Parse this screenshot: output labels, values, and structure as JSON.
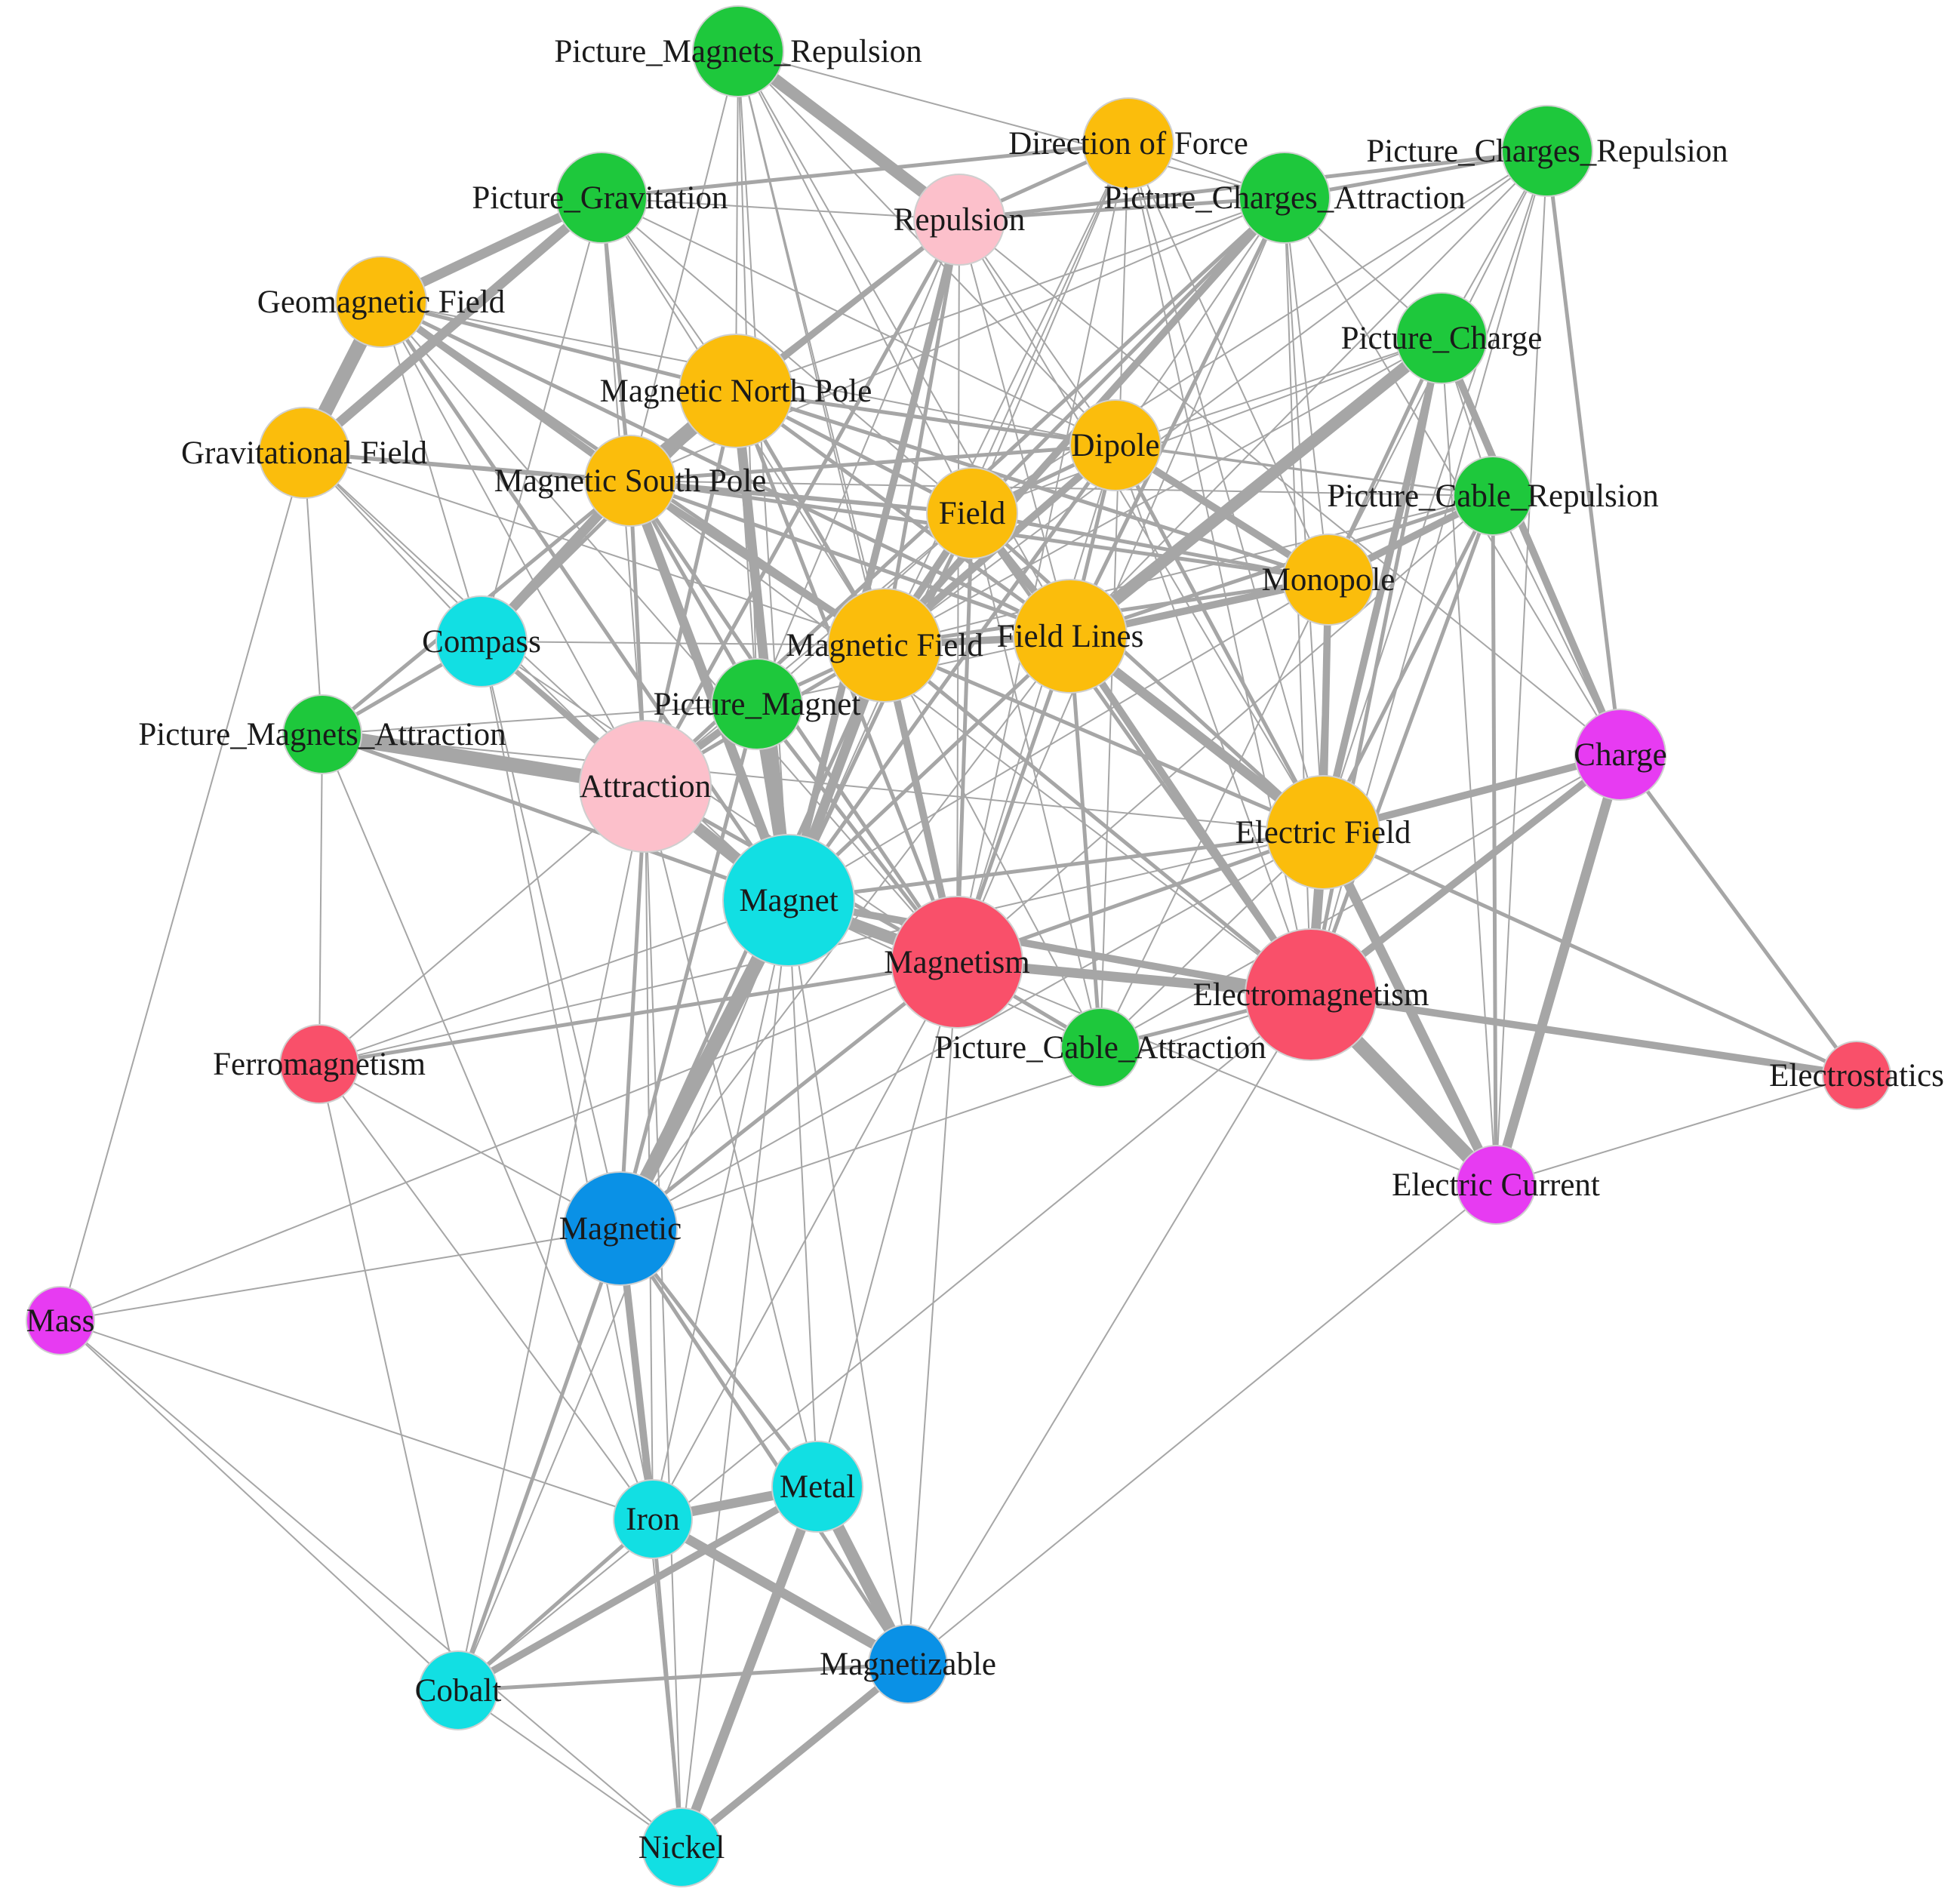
{
  "colors": {
    "orange": "#fbbd0c",
    "green": "#1ec83c",
    "cyan": "#12dfe3",
    "blue": "#0a91e6",
    "pink": "#fcc0cb",
    "red": "#f9506a",
    "magenta": "#e73bf2",
    "edge": "#a6a6a6"
  },
  "nodes": [
    {
      "id": "pmr",
      "label": "Picture_Magnets_Repulsion",
      "color": "green",
      "size": "m"
    },
    {
      "id": "dof",
      "label": "Direction of Force",
      "color": "orange",
      "size": "m"
    },
    {
      "id": "pcr",
      "label": "Picture_Charges_Repulsion",
      "color": "green",
      "size": "m"
    },
    {
      "id": "pg",
      "label": "Picture_Gravitation",
      "color": "green",
      "size": "m"
    },
    {
      "id": "rep",
      "label": "Repulsion",
      "color": "pink",
      "size": "m"
    },
    {
      "id": "pca",
      "label": "Picture_Charges_Attraction",
      "color": "green",
      "size": "m"
    },
    {
      "id": "gmf",
      "label": "Geomagnetic Field",
      "color": "orange",
      "size": "m"
    },
    {
      "id": "pch",
      "label": "Picture_Charge",
      "color": "green",
      "size": "m"
    },
    {
      "id": "mnp",
      "label": "Magnetic North Pole",
      "color": "orange",
      "size": "l"
    },
    {
      "id": "gf",
      "label": "Gravitational Field",
      "color": "orange",
      "size": "m"
    },
    {
      "id": "dip",
      "label": "Dipole",
      "color": "orange",
      "size": "m"
    },
    {
      "id": "msp",
      "label": "Magnetic South Pole",
      "color": "orange",
      "size": "m"
    },
    {
      "id": "fld",
      "label": "Field",
      "color": "orange",
      "size": "m"
    },
    {
      "id": "pcbr",
      "label": "Picture_Cable_Repulsion",
      "color": "green",
      "size": "s"
    },
    {
      "id": "mon",
      "label": "Monopole",
      "color": "orange",
      "size": "m"
    },
    {
      "id": "cmp",
      "label": "Compass",
      "color": "cyan",
      "size": "m"
    },
    {
      "id": "mf",
      "label": "Magnetic Field",
      "color": "orange",
      "size": "l"
    },
    {
      "id": "fl",
      "label": "Field Lines",
      "color": "orange",
      "size": "l"
    },
    {
      "id": "pmg",
      "label": "Picture_Magnet",
      "color": "green",
      "size": "m"
    },
    {
      "id": "pma",
      "label": "Picture_Magnets_Attraction",
      "color": "green",
      "size": "s"
    },
    {
      "id": "att",
      "label": "Attraction",
      "color": "pink",
      "size": "xl"
    },
    {
      "id": "chg",
      "label": "Charge",
      "color": "magenta",
      "size": "m"
    },
    {
      "id": "ef",
      "label": "Electric Field",
      "color": "orange",
      "size": "l"
    },
    {
      "id": "mag",
      "label": "Magnet",
      "color": "cyan",
      "size": "xl"
    },
    {
      "id": "mgn",
      "label": "Magnetism",
      "color": "red",
      "size": "xl"
    },
    {
      "id": "em",
      "label": "Electromagnetism",
      "color": "red",
      "size": "xl"
    },
    {
      "id": "pcba",
      "label": "Picture_Cable_Attraction",
      "color": "green",
      "size": "s"
    },
    {
      "id": "fer",
      "label": "Ferromagnetism",
      "color": "red",
      "size": "s"
    },
    {
      "id": "es",
      "label": "Electrostatics",
      "color": "red",
      "size": "xs"
    },
    {
      "id": "ec",
      "label": "Electric Current",
      "color": "magenta",
      "size": "s"
    },
    {
      "id": "mgc",
      "label": "Magnetic",
      "color": "blue",
      "size": "l"
    },
    {
      "id": "mass",
      "label": "Mass",
      "color": "magenta",
      "size": "xs"
    },
    {
      "id": "mtl",
      "label": "Metal",
      "color": "cyan",
      "size": "m"
    },
    {
      "id": "irn",
      "label": "Iron",
      "color": "cyan",
      "size": "s"
    },
    {
      "id": "mgz",
      "label": "Magnetizable",
      "color": "blue",
      "size": "s"
    },
    {
      "id": "cob",
      "label": "Cobalt",
      "color": "cyan",
      "size": "s"
    },
    {
      "id": "nck",
      "label": "Nickel",
      "color": "cyan",
      "size": "s"
    }
  ],
  "edges": [
    [
      "pmr",
      "rep",
      5
    ],
    [
      "pmr",
      "mnp",
      1
    ],
    [
      "pmr",
      "msp",
      1
    ],
    [
      "pmr",
      "mag",
      1
    ],
    [
      "pmr",
      "fld",
      1
    ],
    [
      "pmr",
      "mf",
      1
    ],
    [
      "pmr",
      "fl",
      1
    ],
    [
      "pmr",
      "mgn",
      1
    ],
    [
      "pmr",
      "pmg",
      1
    ],
    [
      "pmr",
      "pca",
      1
    ],
    [
      "pmr",
      "dip",
      1
    ],
    [
      "dof",
      "rep",
      2
    ],
    [
      "dof",
      "pg",
      2
    ],
    [
      "dof",
      "pca",
      1
    ],
    [
      "dof",
      "mon",
      1
    ],
    [
      "dof",
      "mf",
      1
    ],
    [
      "dof",
      "fld",
      1
    ],
    [
      "dof",
      "ef",
      1
    ],
    [
      "dof",
      "em",
      1
    ],
    [
      "dof",
      "mag",
      1
    ],
    [
      "dof",
      "pcba",
      1
    ],
    [
      "dof",
      "mgn",
      1
    ],
    [
      "pcr",
      "rep",
      2
    ],
    [
      "pcr",
      "pca",
      2
    ],
    [
      "pcr",
      "chg",
      2
    ],
    [
      "pcr",
      "pch",
      1
    ],
    [
      "pcr",
      "ef",
      1
    ],
    [
      "pcr",
      "em",
      1
    ],
    [
      "pcr",
      "fl",
      1
    ],
    [
      "pcr",
      "mon",
      1
    ],
    [
      "pcr",
      "ec",
      1
    ],
    [
      "pcr",
      "fld",
      1
    ],
    [
      "pcr",
      "mf",
      1
    ],
    [
      "pca",
      "rep",
      2
    ],
    [
      "pca",
      "att",
      2
    ],
    [
      "pca",
      "chg",
      1
    ],
    [
      "pca",
      "ef",
      1
    ],
    [
      "pca",
      "mf",
      3
    ],
    [
      "pca",
      "fld",
      2
    ],
    [
      "pca",
      "msp",
      1
    ],
    [
      "pca",
      "mnp",
      1
    ],
    [
      "pca",
      "em",
      1
    ],
    [
      "pca",
      "pch",
      1
    ],
    [
      "pca",
      "dip",
      1
    ],
    [
      "pca",
      "mgn",
      1
    ],
    [
      "pca",
      "fl",
      2
    ],
    [
      "pca",
      "mon",
      1
    ],
    [
      "pg",
      "gmf",
      4
    ],
    [
      "pg",
      "gf",
      4
    ],
    [
      "pg",
      "msp",
      2
    ],
    [
      "pg",
      "mnp",
      1
    ],
    [
      "pg",
      "fld",
      1
    ],
    [
      "pg",
      "mf",
      1
    ],
    [
      "pg",
      "rep",
      1
    ],
    [
      "pg",
      "cmp",
      1
    ],
    [
      "pg",
      "att",
      1
    ],
    [
      "pg",
      "dip",
      1
    ],
    [
      "gmf",
      "gf",
      6
    ],
    [
      "gmf",
      "mnp",
      2
    ],
    [
      "gmf",
      "msp",
      3
    ],
    [
      "gmf",
      "cmp",
      1
    ],
    [
      "gmf",
      "mf",
      2
    ],
    [
      "gmf",
      "fl",
      2
    ],
    [
      "gmf",
      "dip",
      1
    ],
    [
      "gmf",
      "mag",
      2
    ],
    [
      "gmf",
      "att",
      1
    ],
    [
      "gmf",
      "mgn",
      1
    ],
    [
      "gf",
      "msp",
      2
    ],
    [
      "gf",
      "cmp",
      1
    ],
    [
      "gf",
      "mass",
      1
    ],
    [
      "gf",
      "att",
      1
    ],
    [
      "gf",
      "fld",
      2
    ],
    [
      "gf",
      "mag",
      1
    ],
    [
      "gf",
      "pma",
      1
    ],
    [
      "gf",
      "mf",
      1
    ],
    [
      "rep",
      "mnp",
      2
    ],
    [
      "rep",
      "msp",
      2
    ],
    [
      "rep",
      "mag",
      3
    ],
    [
      "rep",
      "att",
      2
    ],
    [
      "rep",
      "mgn",
      1
    ],
    [
      "rep",
      "fl",
      1
    ],
    [
      "rep",
      "mf",
      2
    ],
    [
      "rep",
      "dip",
      1
    ],
    [
      "rep",
      "chg",
      1
    ],
    [
      "rep",
      "ef",
      1
    ],
    [
      "rep",
      "pmg",
      1
    ],
    [
      "mnp",
      "msp",
      6
    ],
    [
      "mnp",
      "dip",
      2
    ],
    [
      "mnp",
      "mag",
      4
    ],
    [
      "mnp",
      "fld",
      2
    ],
    [
      "mnp",
      "mf",
      2
    ],
    [
      "mnp",
      "fl",
      2
    ],
    [
      "mnp",
      "cmp",
      2
    ],
    [
      "mnp",
      "mon",
      2
    ],
    [
      "mnp",
      "att",
      2
    ],
    [
      "mnp",
      "mgn",
      2
    ],
    [
      "mnp",
      "pmg",
      1
    ],
    [
      "mnp",
      "pcbr",
      1
    ],
    [
      "msp",
      "dip",
      2
    ],
    [
      "msp",
      "mag",
      4
    ],
    [
      "msp",
      "fld",
      2
    ],
    [
      "msp",
      "mf",
      3
    ],
    [
      "msp",
      "fl",
      2
    ],
    [
      "msp",
      "cmp",
      4
    ],
    [
      "msp",
      "mon",
      2
    ],
    [
      "msp",
      "att",
      2
    ],
    [
      "msp",
      "mgn",
      2
    ],
    [
      "msp",
      "pma",
      2
    ],
    [
      "msp",
      "pmg",
      2
    ],
    [
      "msp",
      "em",
      1
    ],
    [
      "msp",
      "pcbr",
      1
    ],
    [
      "dip",
      "mon",
      3
    ],
    [
      "dip",
      "fld",
      2
    ],
    [
      "dip",
      "mf",
      3
    ],
    [
      "dip",
      "fl",
      2
    ],
    [
      "dip",
      "mag",
      2
    ],
    [
      "dip",
      "ef",
      2
    ],
    [
      "dip",
      "mgn",
      1
    ],
    [
      "dip",
      "pcbr",
      1
    ],
    [
      "dip",
      "pch",
      1
    ],
    [
      "dip",
      "em",
      1
    ],
    [
      "pch",
      "chg",
      3
    ],
    [
      "pch",
      "ef",
      3
    ],
    [
      "pch",
      "fl",
      5
    ],
    [
      "pch",
      "mon",
      2
    ],
    [
      "pch",
      "em",
      2
    ],
    [
      "pch",
      "fld",
      1
    ],
    [
      "pch",
      "mf",
      1
    ],
    [
      "pch",
      "pcbr",
      1
    ],
    [
      "pch",
      "ec",
      1
    ],
    [
      "fld",
      "mf",
      3
    ],
    [
      "fld",
      "fl",
      3
    ],
    [
      "fld",
      "mag",
      2
    ],
    [
      "fld",
      "ef",
      2
    ],
    [
      "fld",
      "em",
      2
    ],
    [
      "fld",
      "mgn",
      2
    ],
    [
      "fld",
      "mon",
      2
    ],
    [
      "fld",
      "pmg",
      1
    ],
    [
      "fld",
      "att",
      1
    ],
    [
      "fld",
      "pcba",
      1
    ],
    [
      "pcbr",
      "mon",
      3
    ],
    [
      "pcbr",
      "ef",
      2
    ],
    [
      "pcbr",
      "em",
      2
    ],
    [
      "pcbr",
      "ec",
      2
    ],
    [
      "pcbr",
      "chg",
      1
    ],
    [
      "pcbr",
      "fl",
      2
    ],
    [
      "pcbr",
      "mf",
      1
    ],
    [
      "pcbr",
      "mgn",
      1
    ],
    [
      "mon",
      "fl",
      3
    ],
    [
      "mon",
      "mf",
      2
    ],
    [
      "mon",
      "ef",
      3
    ],
    [
      "mon",
      "em",
      1
    ],
    [
      "mon",
      "mag",
      1
    ],
    [
      "mon",
      "pcba",
      1
    ],
    [
      "cmp",
      "att",
      2
    ],
    [
      "cmp",
      "mag",
      2
    ],
    [
      "cmp",
      "mf",
      1
    ],
    [
      "cmp",
      "pma",
      2
    ],
    [
      "cmp",
      "mgc",
      1
    ],
    [
      "cmp",
      "mgn",
      1
    ],
    [
      "cmp",
      "irn",
      1
    ],
    [
      "mf",
      "fl",
      3
    ],
    [
      "mf",
      "mag",
      4
    ],
    [
      "mf",
      "pmg",
      2
    ],
    [
      "mf",
      "mgn",
      3
    ],
    [
      "mf",
      "em",
      2
    ],
    [
      "mf",
      "ef",
      2
    ],
    [
      "mf",
      "att",
      2
    ],
    [
      "mf",
      "mgc",
      2
    ],
    [
      "mf",
      "pcba",
      1
    ],
    [
      "fl",
      "mag",
      2
    ],
    [
      "fl",
      "ef",
      4
    ],
    [
      "fl",
      "em",
      3
    ],
    [
      "fl",
      "mgn",
      2
    ],
    [
      "fl",
      "pcba",
      2
    ],
    [
      "fl",
      "pmg",
      1
    ],
    [
      "fl",
      "mgc",
      1
    ],
    [
      "pmg",
      "att",
      3
    ],
    [
      "pmg",
      "mag",
      4
    ],
    [
      "pmg",
      "pma",
      1
    ],
    [
      "pmg",
      "mgn",
      2
    ],
    [
      "pmg",
      "mgc",
      2
    ],
    [
      "pma",
      "att",
      6
    ],
    [
      "pma",
      "fer",
      1
    ],
    [
      "pma",
      "mag",
      2
    ],
    [
      "pma",
      "mgn",
      1
    ],
    [
      "pma",
      "ef",
      1
    ],
    [
      "pma",
      "irn",
      1
    ],
    [
      "att",
      "mag",
      5
    ],
    [
      "att",
      "mgn",
      2
    ],
    [
      "att",
      "mgc",
      2
    ],
    [
      "att",
      "fer",
      1
    ],
    [
      "att",
      "irn",
      1
    ],
    [
      "att",
      "mtl",
      1
    ],
    [
      "att",
      "cob",
      1
    ],
    [
      "att",
      "nck",
      1
    ],
    [
      "mag",
      "mgn",
      5
    ],
    [
      "mag",
      "mgc",
      6
    ],
    [
      "mag",
      "em",
      3
    ],
    [
      "mag",
      "ef",
      2
    ],
    [
      "mag",
      "irn",
      1
    ],
    [
      "mag",
      "mtl",
      1
    ],
    [
      "mag",
      "mgz",
      1
    ],
    [
      "mag",
      "fer",
      1
    ],
    [
      "mag",
      "pcba",
      1
    ],
    [
      "mag",
      "cob",
      1
    ],
    [
      "mag",
      "nck",
      1
    ],
    [
      "mgn",
      "em",
      4
    ],
    [
      "mgn",
      "pcba",
      2
    ],
    [
      "mgn",
      "fer",
      2
    ],
    [
      "mgn",
      "mgc",
      2
    ],
    [
      "mgn",
      "ef",
      2
    ],
    [
      "mgn",
      "ec",
      1
    ],
    [
      "mgn",
      "irn",
      1
    ],
    [
      "mgn",
      "mtl",
      1
    ],
    [
      "mgn",
      "mgz",
      1
    ],
    [
      "em",
      "ef",
      4
    ],
    [
      "em",
      "es",
      3
    ],
    [
      "em",
      "ec",
      6
    ],
    [
      "em",
      "chg",
      3
    ],
    [
      "em",
      "pcba",
      2
    ],
    [
      "em",
      "mgc",
      1
    ],
    [
      "em",
      "cob",
      1
    ],
    [
      "em",
      "mgz",
      1
    ],
    [
      "ef",
      "chg",
      3
    ],
    [
      "ef",
      "ec",
      4
    ],
    [
      "ef",
      "es",
      2
    ],
    [
      "ef",
      "pcba",
      1
    ],
    [
      "ef",
      "fer",
      1
    ],
    [
      "ef",
      "mgc",
      1
    ],
    [
      "chg",
      "ec",
      4
    ],
    [
      "chg",
      "es",
      2
    ],
    [
      "chg",
      "pcba",
      1
    ],
    [
      "ec",
      "es",
      1
    ],
    [
      "ec",
      "mgz",
      1
    ],
    [
      "fer",
      "mgc",
      1
    ],
    [
      "fer",
      "irn",
      1
    ],
    [
      "fer",
      "cob",
      1
    ],
    [
      "mgc",
      "irn",
      3
    ],
    [
      "mgc",
      "mtl",
      2
    ],
    [
      "mgc",
      "mgz",
      2
    ],
    [
      "mgc",
      "cob",
      2
    ],
    [
      "mgc",
      "nck",
      1
    ],
    [
      "mgc",
      "mass",
      1
    ],
    [
      "mass",
      "irn",
      1
    ],
    [
      "mass",
      "cob",
      1
    ],
    [
      "mass",
      "nck",
      1
    ],
    [
      "mass",
      "mgn",
      1
    ],
    [
      "irn",
      "mtl",
      4
    ],
    [
      "irn",
      "mgz",
      4
    ],
    [
      "irn",
      "cob",
      2
    ],
    [
      "irn",
      "nck",
      2
    ],
    [
      "mtl",
      "mgz",
      5
    ],
    [
      "mtl",
      "cob",
      3
    ],
    [
      "mtl",
      "nck",
      4
    ],
    [
      "mgz",
      "cob",
      2
    ],
    [
      "mgz",
      "nck",
      3
    ],
    [
      "cob",
      "nck",
      1
    ]
  ]
}
